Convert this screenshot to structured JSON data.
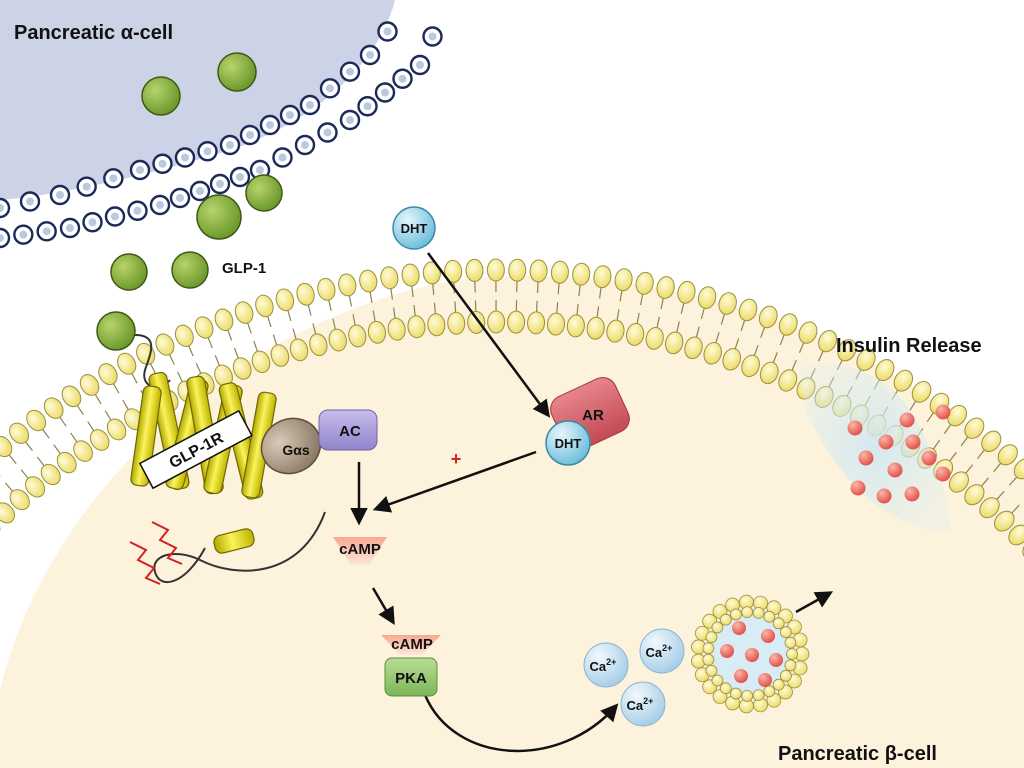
{
  "labels": {
    "alpha_cell": "Pancreatic α-cell",
    "beta_cell": "Pancreatic β-cell",
    "glp1": "GLP-1",
    "glp1r": "GLP-1R",
    "gas": "Gαs",
    "ac": "AC",
    "dht_free": "DHT",
    "ar": "AR",
    "dht_bound": "DHT",
    "plus": "+",
    "camp_1": "cAMP",
    "camp_2": "cAMP",
    "pka": "PKA",
    "ca_base": "Ca",
    "ca_charge": "2+",
    "insulin_release": "Insulin Release"
  },
  "colors": {
    "alpha_cytoplasm": "#cdd3e6",
    "beta_cytoplasm": "#fdf3dc",
    "lipid_head": "#f6ec8e",
    "glp1_granule": "#7fa838",
    "receptor": "#e8e21c",
    "gas": "#9e8d79",
    "ac": "#a99ad6",
    "ar": "#cf5b64",
    "dht": "#8fd0e6",
    "pka": "#8fc26b",
    "camp": "#f5b59f",
    "calcium": "#c9e3f3",
    "insulin_granule": "#e8685f",
    "signal_red": "#d62020"
  }
}
